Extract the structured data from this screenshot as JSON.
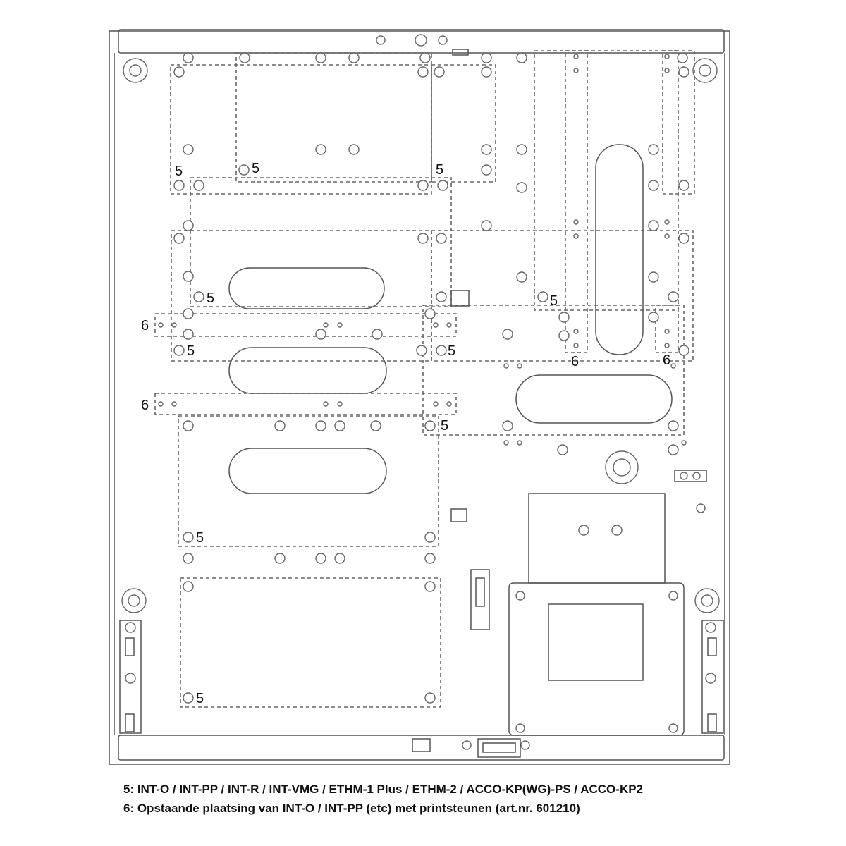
{
  "labels_5": [
    "5",
    "5",
    "5",
    "5",
    "5",
    "5",
    "5",
    "5",
    "5",
    "5"
  ],
  "labels_6": [
    "6",
    "6",
    "6",
    "6"
  ],
  "caption": {
    "line1": "5: INT-O / INT-PP / INT-R / INT-VMG / ETHM-1 Plus / ETHM-2 / ACCO-KP(WG)-PS / ACCO-KP2",
    "line2": "6: Opstaande plaatsing van INT-O / INT-PP (etc) met printsteunen (art.nr. 601210)"
  }
}
